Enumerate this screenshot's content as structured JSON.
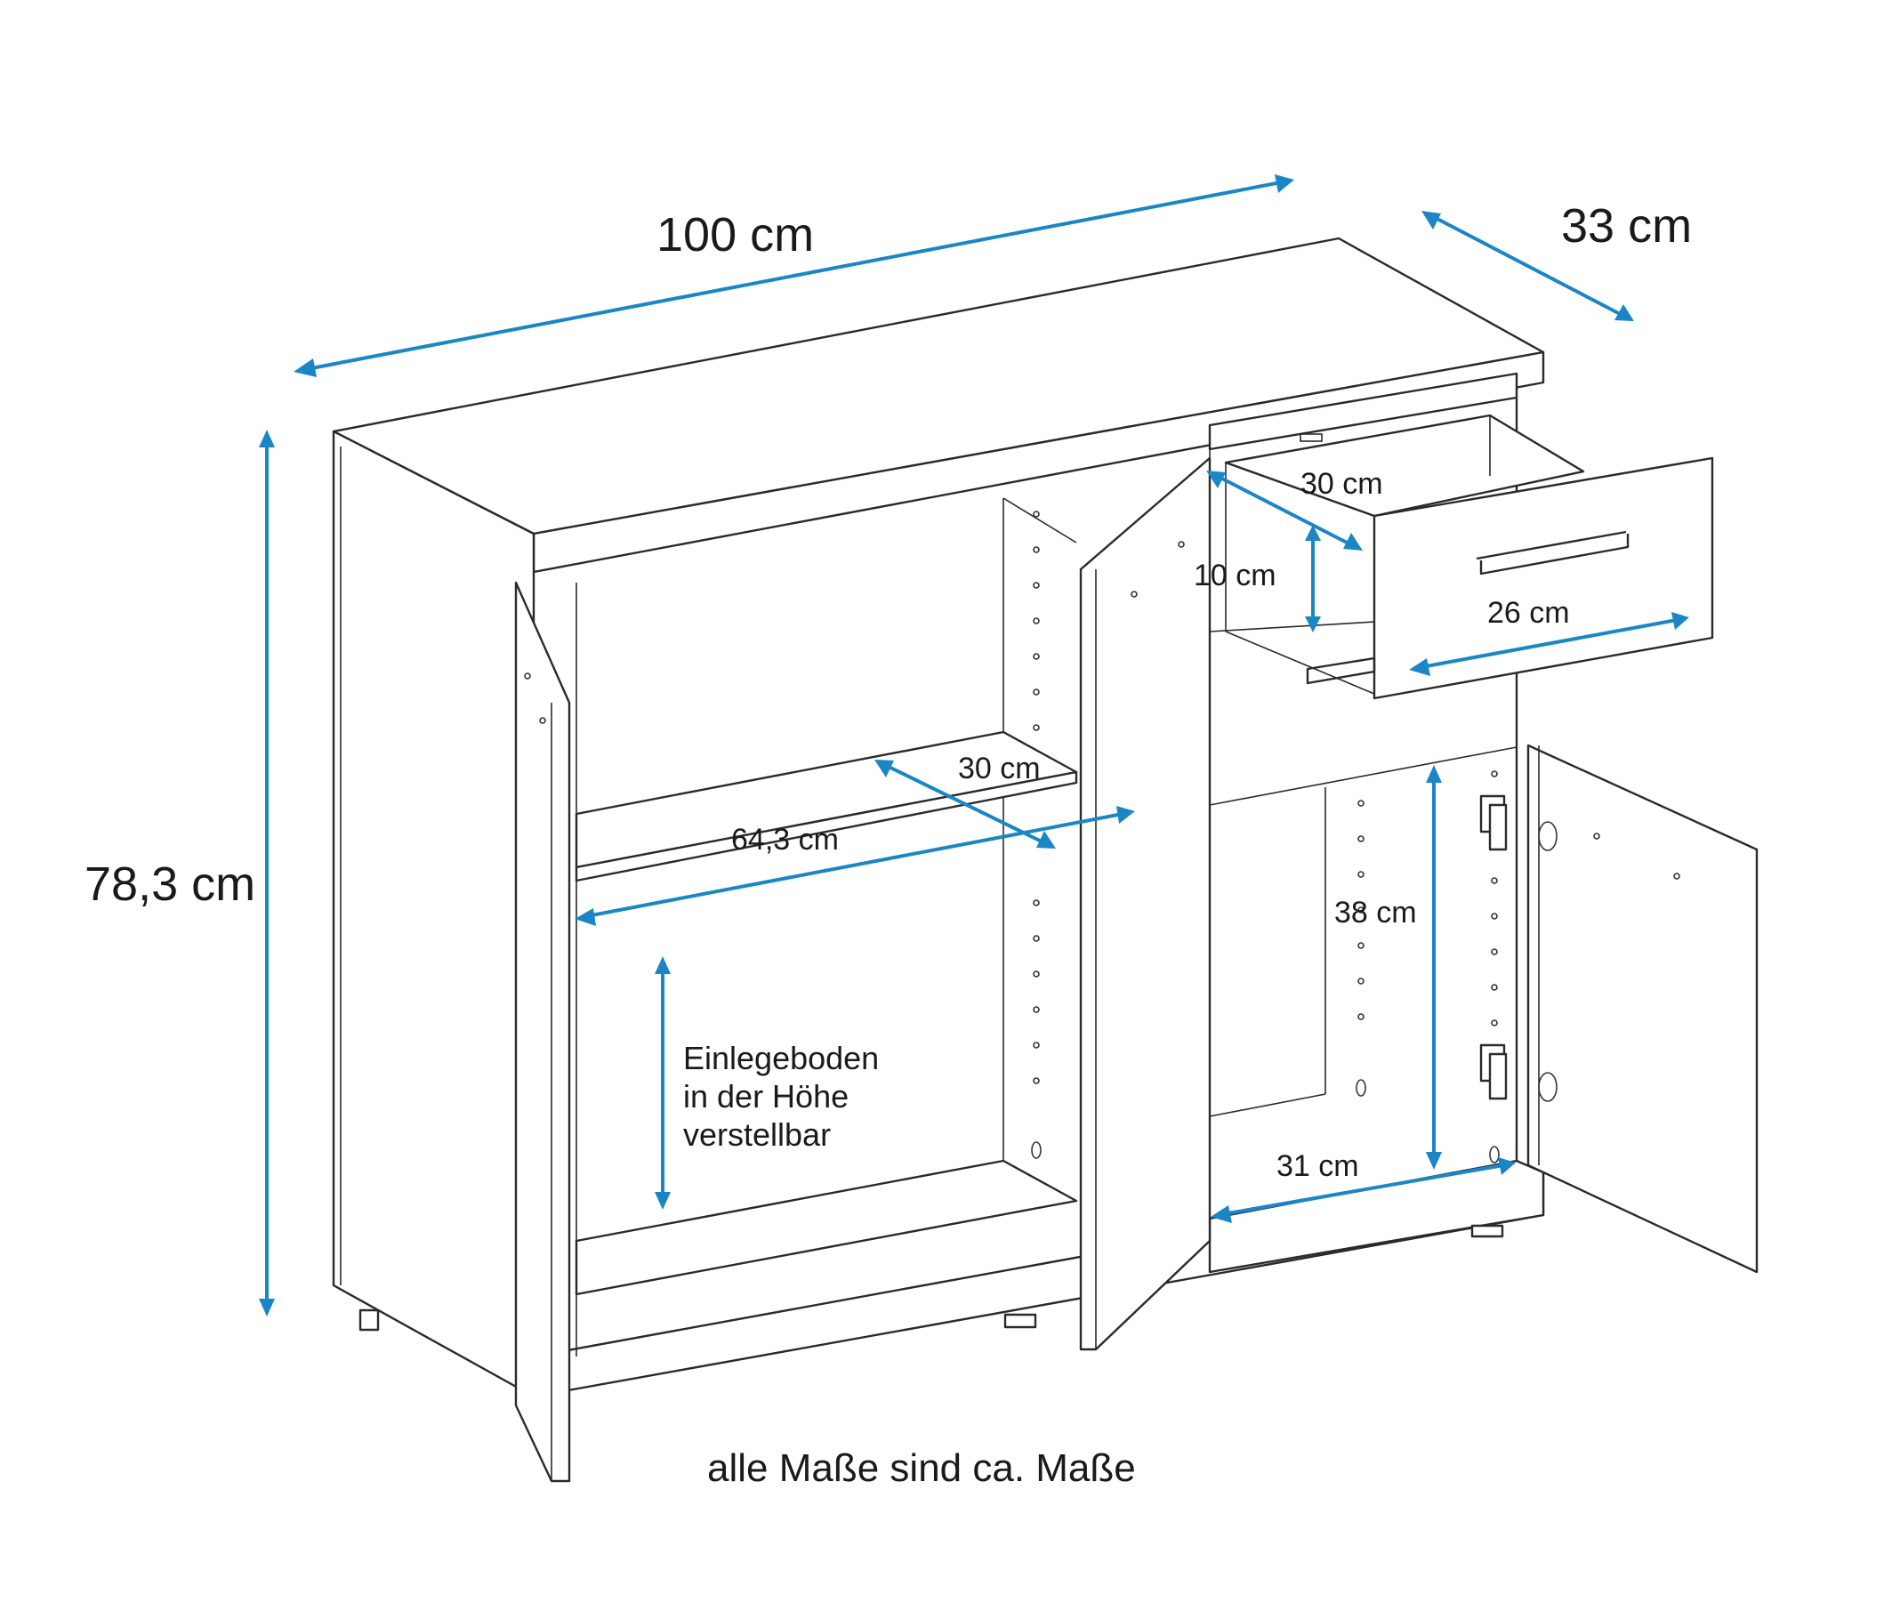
{
  "dimensions": {
    "width": "100 cm",
    "depth": "33 cm",
    "height": "78,3 cm",
    "shelf_width": "64,3 cm",
    "shelf_depth": "30 cm",
    "drawer_depth": "30 cm",
    "drawer_height": "10 cm",
    "drawer_width": "26 cm",
    "right_compartment_height": "38 cm",
    "right_compartment_width": "31 cm"
  },
  "annotation": {
    "shelf_line1": "Einlegeboden",
    "shelf_line2": "in der Höhe",
    "shelf_line3": "verstellbar"
  },
  "footer_note": "alle Maße sind ca. Maße",
  "colors": {
    "dimension_arrow": "#1a86c6",
    "outline": "#2a2a2a"
  }
}
